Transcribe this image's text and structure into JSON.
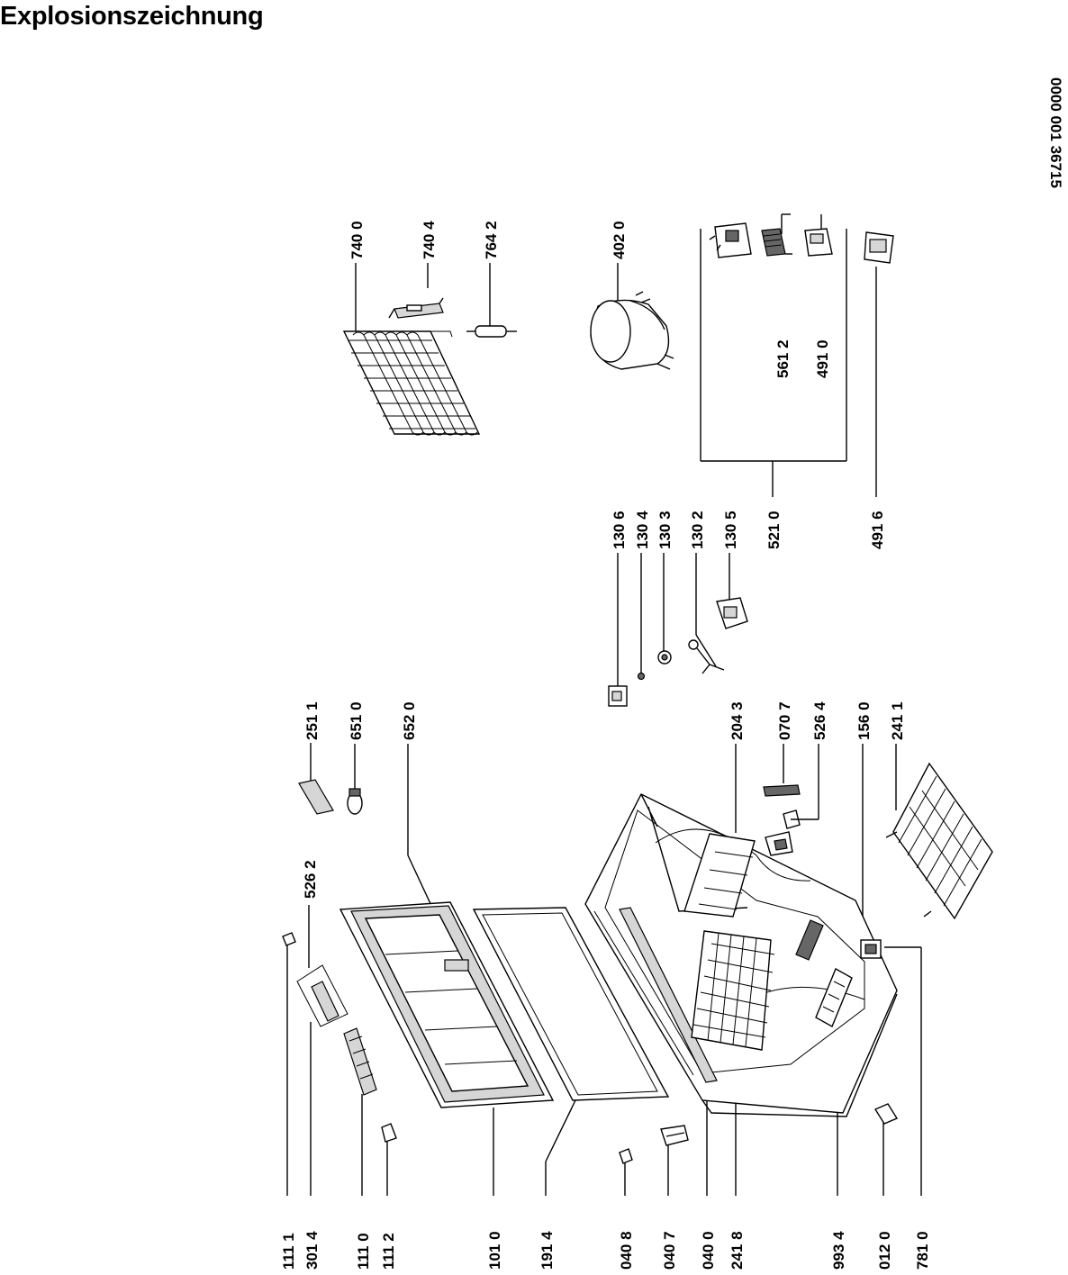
{
  "page": {
    "title": "Explosionszeichnung",
    "document_number": "0000 001 36715"
  },
  "labels": {
    "p1111": "111 1",
    "p3014": "301 4",
    "p1110": "111 0",
    "p1112": "111 2",
    "p1010": "101 0",
    "p1914": "191 4",
    "p0408": "040 8",
    "p0407": "040 7",
    "p0400": "040 0",
    "p2418": "241 8",
    "p9934": "993 4",
    "p0120": "012 0",
    "p7810": "781 0",
    "p5262": "526 2",
    "p2511": "251 1",
    "p6510": "651 0",
    "p6520": "652 0",
    "p2043": "204 3",
    "p0707": "070 7",
    "p5264": "526 4",
    "p1560": "156 0",
    "p2411": "241 1",
    "p1306": "130 6",
    "p1304": "130 4",
    "p1303": "130 3",
    "p1302": "130 2",
    "p1305": "130 5",
    "p5210": "521 0",
    "p4916": "491 6",
    "p7400": "740 0",
    "p7404": "740 4",
    "p7642": "764 2",
    "p4020": "402 0",
    "p5612": "561 2",
    "p4910": "491 0"
  }
}
